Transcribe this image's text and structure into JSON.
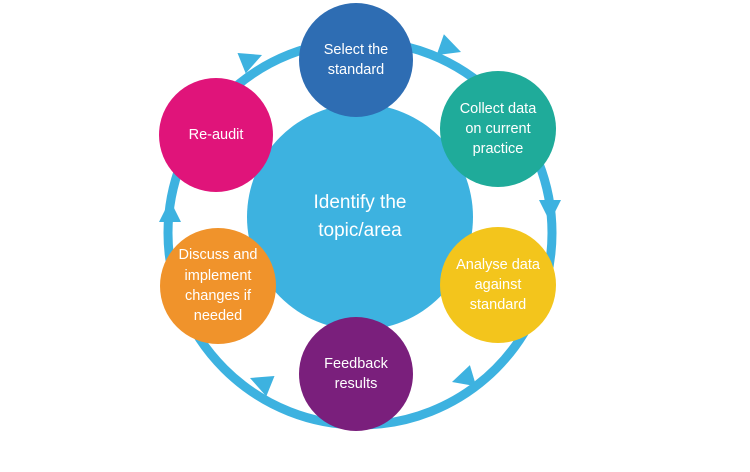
{
  "center": {
    "label": "Identify the\ntopic/area",
    "color": "#3db2e0"
  },
  "cycle_color": "#3db2e0",
  "steps": [
    {
      "label": "Select the\nstandard",
      "color": "#2e6db3"
    },
    {
      "label": "Collect data\non current\npractice",
      "color": "#1fab9a"
    },
    {
      "label": "Analyse data\nagainst\nstandard",
      "color": "#f3c51c"
    },
    {
      "label": "Feedback\nresults",
      "color": "#7a1f7c"
    },
    {
      "label": "Discuss and\nimplement\nchanges if\nneeded",
      "color": "#f0932b"
    },
    {
      "label": "Re-audit",
      "color": "#e0147a"
    }
  ]
}
